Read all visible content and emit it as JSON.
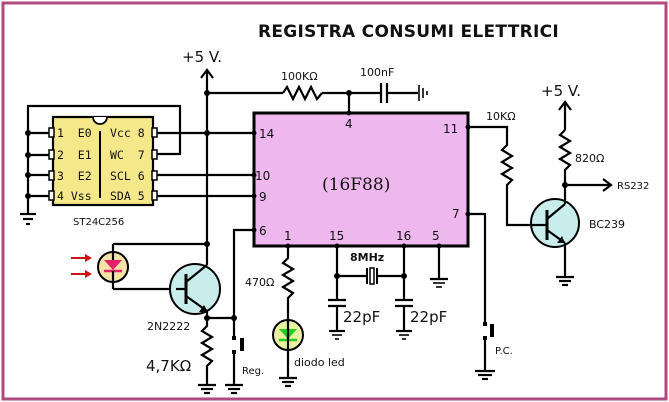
{
  "title": "REGISTRA  CONSUMI  ELETTRICI",
  "colors": {
    "border": "#b04a7e",
    "mcu_fill": "#eeb8ee",
    "eeprom_fill": "#f5e88a",
    "transistor_fill": "#c9ecec",
    "photodiode_fill": "#f6e3a8",
    "photodiode_symbol": "#e8206a",
    "light_arrows": "#d01010",
    "led_fill": "#e9f2a0",
    "led_symbol": "#22cc22"
  },
  "supply": {
    "left_label": "+5 V.",
    "right_label": "+5 V."
  },
  "mcu": {
    "label": "(16F88)",
    "pins": {
      "p14": "14",
      "p10": "10",
      "p9": "9",
      "p6": "6",
      "p4": "4",
      "p11": "11",
      "p7": "7",
      "p1": "1",
      "p15": "15",
      "p16": "16",
      "p5": "5"
    }
  },
  "eeprom": {
    "part": "ST24C256",
    "left_pins": [
      "1  E0",
      "2  E1",
      "3  E2",
      "4 Vss"
    ],
    "right_pins": [
      "Vcc 8",
      "WC  7",
      "SCL 6",
      "SDA 5"
    ]
  },
  "components": {
    "r_reset": "100KΩ",
    "c_reset": "100nF",
    "r_base": "10KΩ",
    "r_collector": "820Ω",
    "rs232": "RS232",
    "q_out": "BC239",
    "q_sensor": "2N2222",
    "r_emitter": "4,7KΩ",
    "switch_reg": "Reg.",
    "r_led": "470Ω",
    "led": "diodo led",
    "crystal": "8MHz",
    "c1": "22pF",
    "c2": "22pF",
    "switch_pc": "P.C."
  }
}
